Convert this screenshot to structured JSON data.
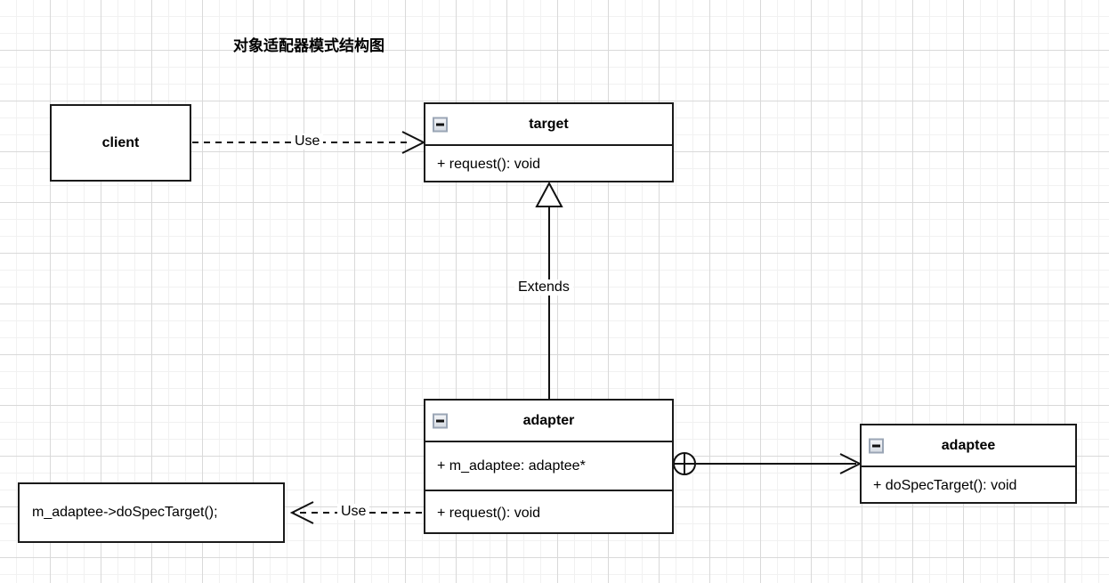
{
  "diagram": {
    "title": "对象适配器模式结构图",
    "type": "uml-class-diagram",
    "background": "#ffffff",
    "grid_color": "#d9d9d9",
    "line_color": "#1a1a1a"
  },
  "nodes": {
    "client": {
      "label": "client",
      "kind": "plain-box"
    },
    "target": {
      "name": "target",
      "collapse_icon": "collapse-minus-icon",
      "members": [
        "+ request(): void"
      ]
    },
    "adapter": {
      "name": "adapter",
      "collapse_icon": "collapse-minus-icon",
      "attributes": [
        "+ m_adaptee: adaptee*"
      ],
      "methods": [
        "+ request(): void"
      ]
    },
    "adaptee": {
      "name": "adaptee",
      "collapse_icon": "collapse-minus-icon",
      "members": [
        "+ doSpecTarget(): void"
      ]
    },
    "note": {
      "text": "m_adaptee->doSpecTarget();"
    }
  },
  "edges": {
    "client_target": {
      "label": "Use",
      "style": "dashed",
      "arrow": "open"
    },
    "adapter_target": {
      "label": "Extends",
      "style": "solid",
      "arrow": "hollow-triangle"
    },
    "adapter_adaptee": {
      "label": "",
      "style": "solid",
      "arrow": "open",
      "source_decoration": "crossed-circle"
    },
    "adapter_note": {
      "label": "Use",
      "style": "dashed",
      "arrow": "open"
    }
  }
}
